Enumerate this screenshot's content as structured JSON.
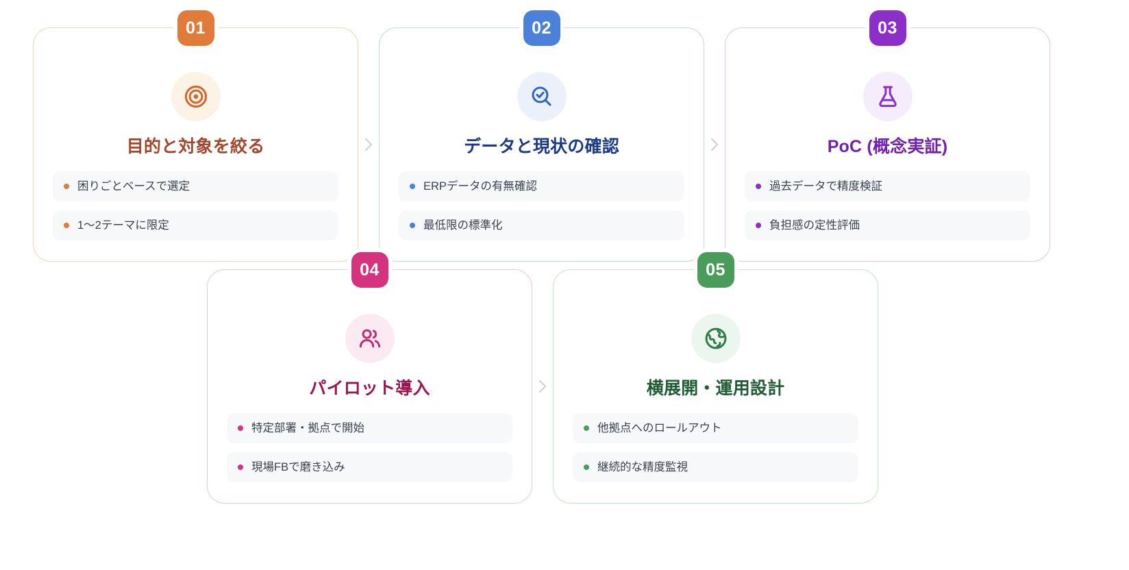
{
  "diagram": {
    "type": "process-flow",
    "step_count": 5,
    "separator_icon": "chevron-right-icon",
    "rows": [
      [
        0,
        1,
        2
      ],
      [
        3,
        4
      ]
    ],
    "steps": [
      {
        "number": "01",
        "title": "目的と対象を絞る",
        "icon": "target-icon",
        "accent": "#e07b39",
        "border": "#f3d6b2",
        "icon_bg": "#fdf2e6",
        "title_color": "#a4462b",
        "bullets": [
          "困りごとベースで選定",
          "1〜2テーマに限定"
        ]
      },
      {
        "number": "02",
        "title": "データと現状の確認",
        "icon": "search-check-icon",
        "accent": "#4b81d8",
        "border": "#c3d7f2",
        "icon_bg": "#eaf1fb",
        "title_color": "#1b3a86",
        "bullets": [
          "ERPデータの有無確認",
          "最低限の標準化"
        ]
      },
      {
        "number": "03",
        "title": "PoC (概念実証)",
        "icon": "flask-icon",
        "accent": "#8c2fc9",
        "border": "#ddc8f2",
        "icon_bg": "#f5edfb",
        "title_color": "#7320b0",
        "bullets": [
          "過去データで精度検証",
          "負担感の定性評価"
        ]
      },
      {
        "number": "04",
        "title": "パイロット導入",
        "icon": "users-icon",
        "accent": "#d6337f",
        "border": "#f2c6da",
        "icon_bg": "#fceaf2",
        "title_color": "#9c1550",
        "bullets": [
          "特定部署・拠点で開始",
          "現場FBで磨き込み"
        ]
      },
      {
        "number": "05",
        "title": "横展開・運用設計",
        "icon": "globe-icon",
        "accent": "#4a9c5a",
        "border": "#c2e6c9",
        "icon_bg": "#ebf7ee",
        "title_color": "#1f5c33",
        "bullets": [
          "他拠点へのロールアウト",
          "継続的な精度監視"
        ]
      }
    ]
  }
}
